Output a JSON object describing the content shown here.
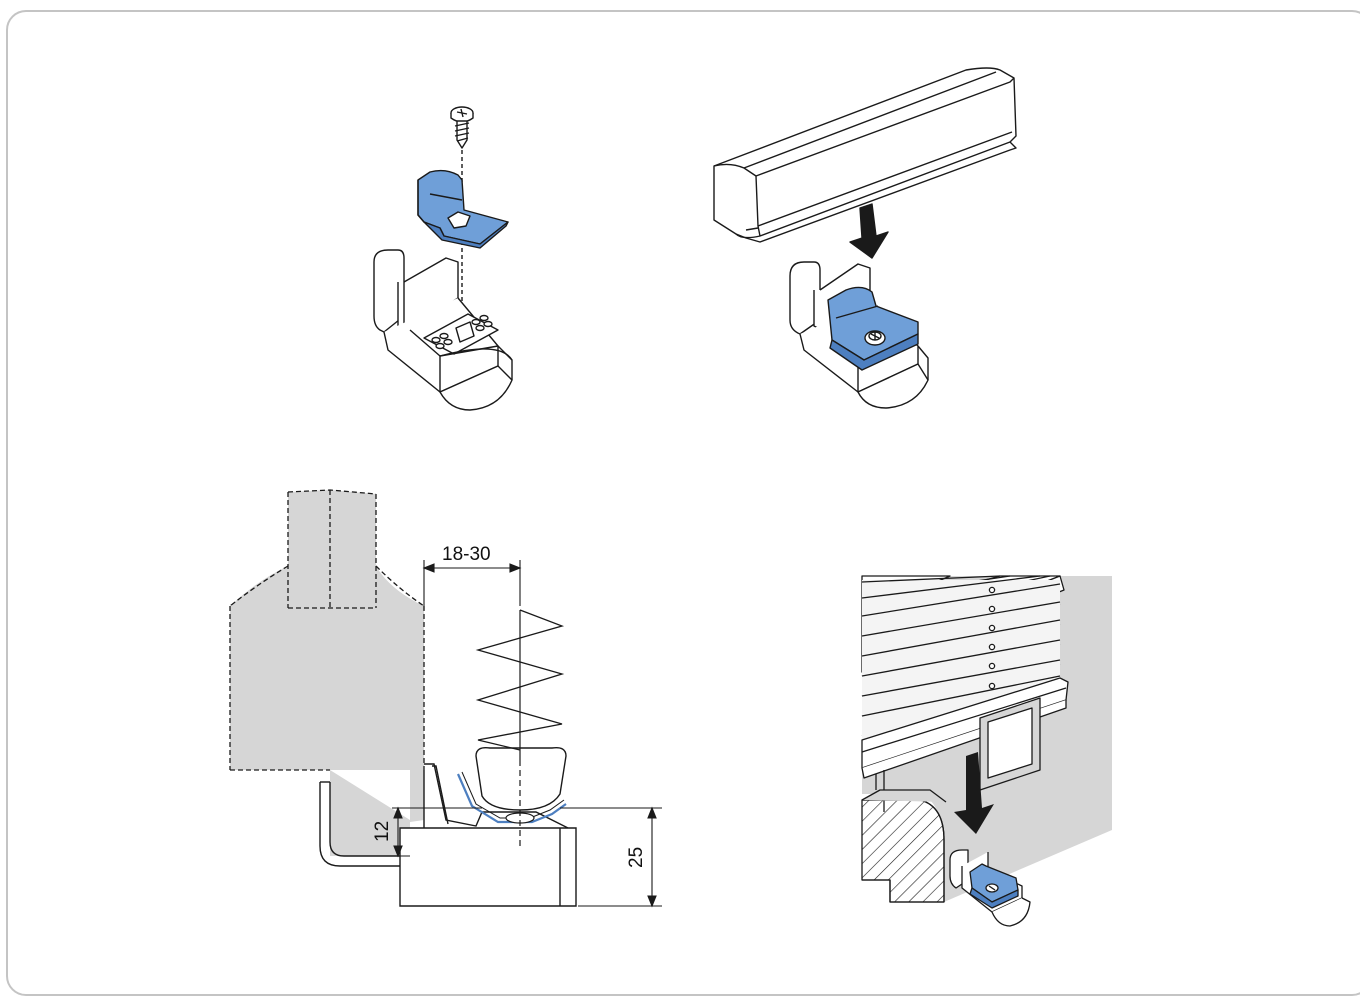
{
  "colors": {
    "clip_blue": "#6f9fd8",
    "clip_blue_dark": "#4d7fc0",
    "wall_gray": "#d6d6d6",
    "line": "#1a1a1a"
  },
  "dimensions": {
    "horizontal_range": "18-30",
    "left_height": "12",
    "right_height": "25"
  },
  "icons": [
    "screw-icon",
    "down-arrow-icon"
  ]
}
